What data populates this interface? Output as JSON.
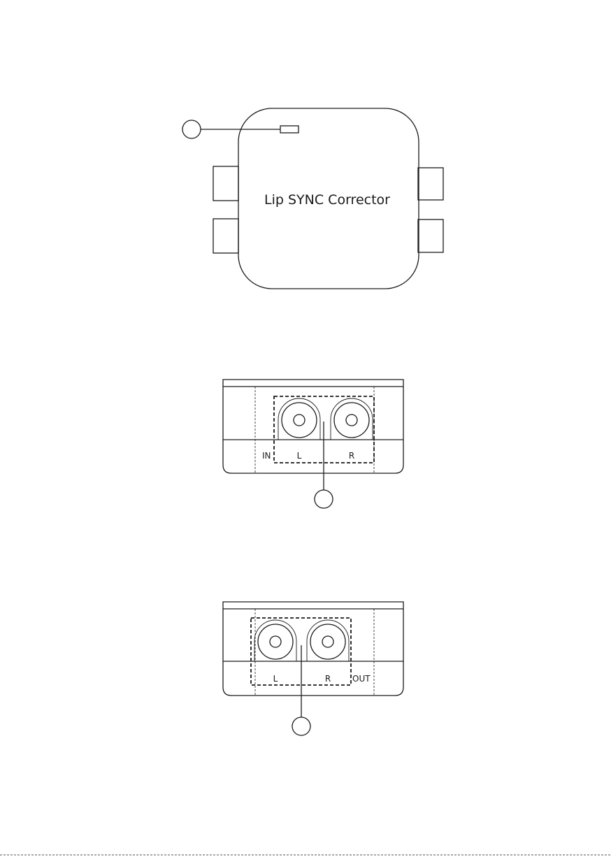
{
  "top_view": {
    "device_label": "Lip SYNC Corrector",
    "callout_marker": ""
  },
  "input_panel": {
    "side_label": "IN",
    "left_label": "L",
    "right_label": "R",
    "callout_marker": ""
  },
  "output_panel": {
    "side_label": "OUT",
    "left_label": "L",
    "right_label": "R",
    "callout_marker": ""
  }
}
